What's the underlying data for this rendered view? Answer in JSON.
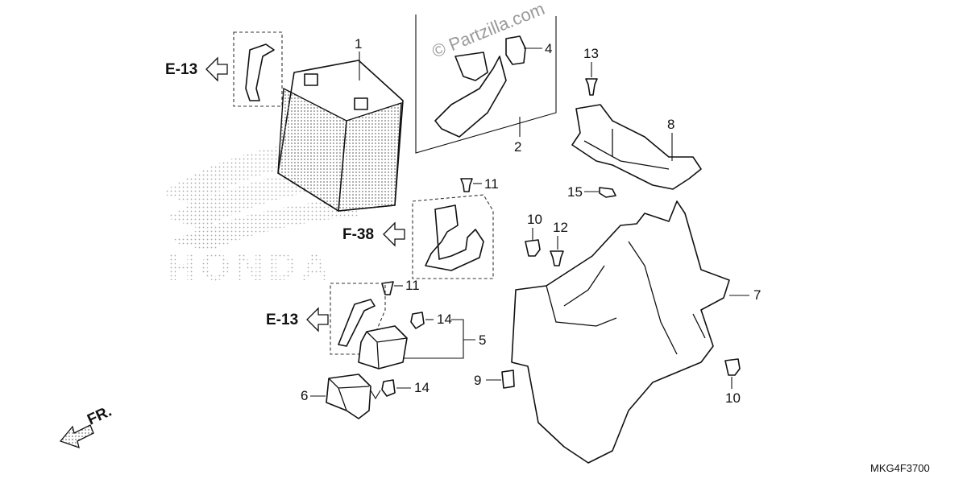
{
  "diagram": {
    "watermark_text": "© Partzilla.com",
    "brand_logo_text": "HONDA",
    "diagram_code": "MKG4F3700",
    "front_indicator": "FR.",
    "references": [
      {
        "label": "E-13"
      },
      {
        "label": "F-38"
      },
      {
        "label": "E-13"
      }
    ],
    "callouts": [
      "1",
      "2",
      "4",
      "13",
      "8",
      "11",
      "15",
      "10",
      "12",
      "7",
      "11",
      "14",
      "5",
      "9",
      "10",
      "6",
      "14"
    ]
  }
}
